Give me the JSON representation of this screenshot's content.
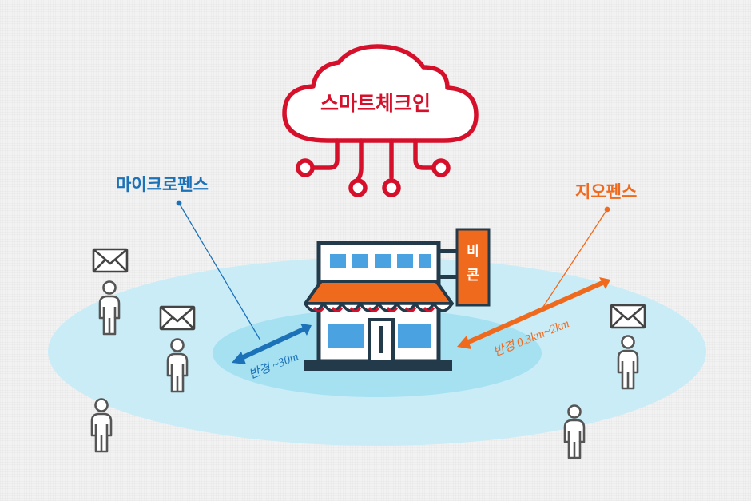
{
  "cloud": {
    "title": "스마트체크인",
    "color": "#d6102b"
  },
  "labels": {
    "microfence": {
      "text": "마이크로펜스",
      "color": "#1b72b8"
    },
    "geofence": {
      "text": "지오펜스",
      "color": "#f06a1e"
    }
  },
  "beacon_sign": {
    "text": "비콘",
    "color": "#f06a1e"
  },
  "radii": {
    "inner": "반경 ~30m",
    "outer": "반경 0.3km~2km"
  },
  "colors": {
    "outer_zone": "#c9ecf7",
    "inner_zone": "#a6e1f2",
    "shop_outline": "#233a4a",
    "window": "#4aa3e0",
    "awning_orange": "#f06a1e",
    "person_stroke": "#555555"
  },
  "icons": [
    "cloud-icon",
    "store-icon",
    "beacon-icon",
    "person-icon",
    "envelope-icon",
    "arrow-icon"
  ]
}
